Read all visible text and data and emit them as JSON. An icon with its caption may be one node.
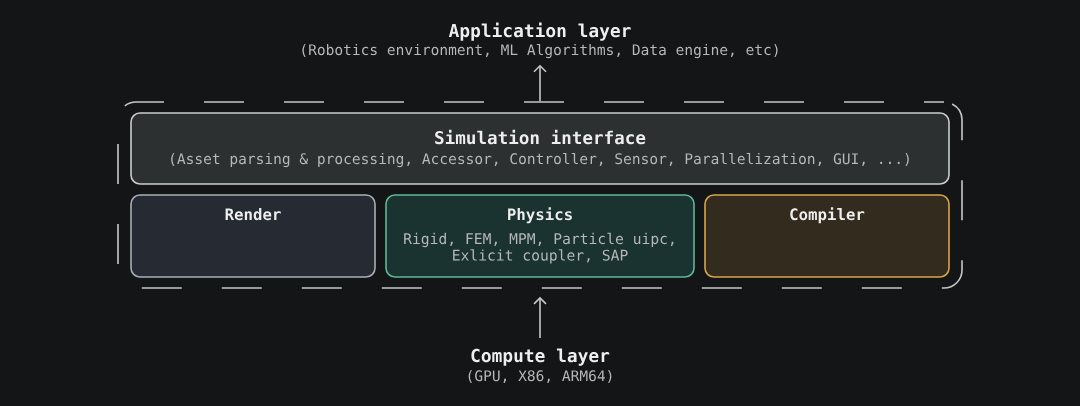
{
  "diagram": {
    "nodes": [
      {
        "text": [
          "Application layer",
          "(Robotics environment, ML Algorithms, Data engine, etc)"
        ]
      },
      {
        "text": [],
        "shape": "box"
      },
      {
        "text": [
          "Simulation interface",
          "(Asset parsing & processing, Accessor, Controller, Sensor, Parallelization, GUI, ...)"
        ],
        "in": 1
      },
      {
        "text": [
          "Render"
        ],
        "in": 1
      },
      {
        "text": [
          "Physics",
          "Rigid, FEM, MPM, Particle uipc, Exlicit coupler, SAP"
        ],
        "in": 1
      },
      {
        "text": [
          "Compiler"
        ],
        "in": 1
      },
      {
        "text": [
          "Compute layer",
          "(GPU, X86, ARM64)"
        ]
      }
    ],
    "edges": [
      {
        "from": 1,
        "to": 0,
        "arrow": "to"
      },
      {
        "from": 6,
        "to": 1,
        "arrow": "to"
      }
    ]
  }
}
